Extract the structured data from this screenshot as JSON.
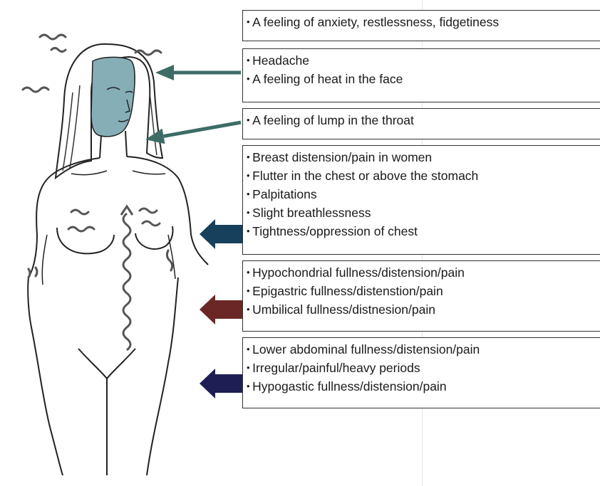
{
  "symptom_groups": [
    {
      "region": "mind",
      "arrow_color": "#2f5f57",
      "items": [
        "A feeling of anxiety, restlessness, fidgetiness"
      ]
    },
    {
      "region": "head",
      "arrow_color": "#3d6c66",
      "items": [
        "Headache",
        "A feeling of heat in the face"
      ]
    },
    {
      "region": "throat",
      "arrow_color": "#3d6c66",
      "items": [
        "A feeling of lump in the throat"
      ]
    },
    {
      "region": "chest",
      "arrow_color": "#17405c",
      "items": [
        "Breast distension/pain in women",
        "Flutter in the chest or above the stomach",
        "Palpitations",
        "Slight breathlessness",
        "Tightness/oppression of chest"
      ]
    },
    {
      "region": "upper-abdomen",
      "arrow_color": "#6b2626",
      "items": [
        "Hypochondrial fullness/distension/pain",
        "Epigastric fullness/distenstion/pain",
        "Umbilical fullness/distnesion/pain"
      ]
    },
    {
      "region": "lower-abdomen",
      "arrow_color": "#1e1e55",
      "items": [
        "Lower abdominal fullness/distension/pain",
        "Irregular/painful/heavy periods",
        "Hypogastic fullness/distension/pain"
      ]
    }
  ],
  "colors": {
    "face_fill": "#86aeb7",
    "qi_squiggle": "#555555",
    "body_outline": "#222222"
  }
}
